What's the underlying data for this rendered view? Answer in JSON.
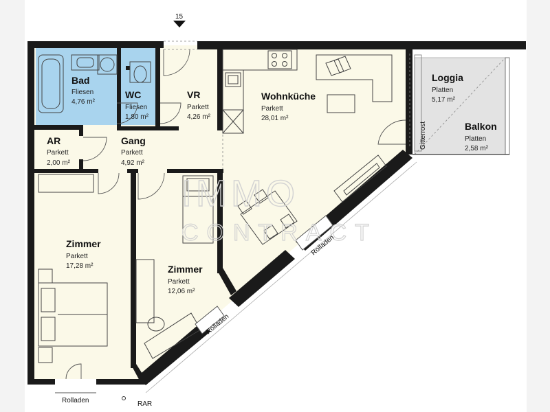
{
  "entry_marker": "15",
  "rooms": {
    "bad": {
      "name": "Bad",
      "floor": "Fliesen",
      "area": "4,76 m²"
    },
    "wc": {
      "name": "WC",
      "floor": "Fliesen",
      "area": "1,80 m²"
    },
    "vr": {
      "name": "VR",
      "floor": "Parkett",
      "area": "4,26 m²"
    },
    "wohnkueche": {
      "name": "Wohnküche",
      "floor": "Parkett",
      "area": "28,01 m²"
    },
    "loggia": {
      "name": "Loggia",
      "floor": "Platten",
      "area": "5,17 m²"
    },
    "balkon": {
      "name": "Balkon",
      "floor": "Platten",
      "area": "2,58 m²"
    },
    "ar": {
      "name": "AR",
      "floor": "Parkett",
      "area": "2,00 m²"
    },
    "gang": {
      "name": "Gang",
      "floor": "Parkett",
      "area": "4,92 m²"
    },
    "zimmer1": {
      "name": "Zimmer",
      "floor": "Parkett",
      "area": "17,28 m²"
    },
    "zimmer2": {
      "name": "Zimmer",
      "floor": "Parkett",
      "area": "12,06 m²"
    }
  },
  "labels": {
    "gitterrost": "Gitterrost",
    "rolladen_1": "Rolladen",
    "rolladen_2": "Rolladen",
    "rolladen_3": "Rolladen",
    "rar": "RAR"
  },
  "watermark": {
    "line1": "IMMO",
    "line2": "CONTRACT"
  },
  "colors": {
    "room_fill": "#fbf9e8",
    "bath_fill": "#a9d4ee",
    "outdoor_fill": "#e3e3e3",
    "wall": "#1a1a1a"
  }
}
